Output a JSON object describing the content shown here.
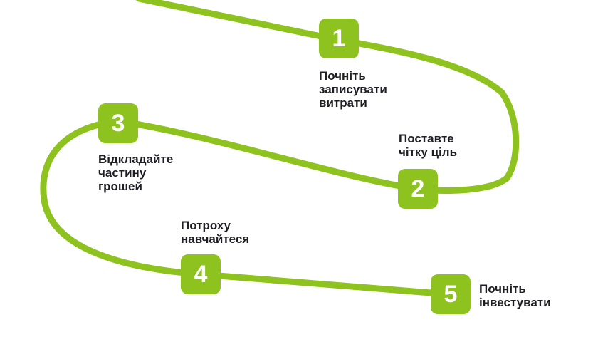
{
  "colors": {
    "accent": "#8dc21f",
    "text": "#1e1e24",
    "background": "#ffffff"
  },
  "steps": [
    {
      "number": "1",
      "label": "Почніть\nзаписувати\nвитрати"
    },
    {
      "number": "2",
      "label": "Поставте\nчітку ціль"
    },
    {
      "number": "3",
      "label": "Відкладайте\nчастину\nгрошей"
    },
    {
      "number": "4",
      "label": "Потроху\nнавчайтеся"
    },
    {
      "number": "5",
      "label": "Почніть\nінвестувати"
    }
  ]
}
